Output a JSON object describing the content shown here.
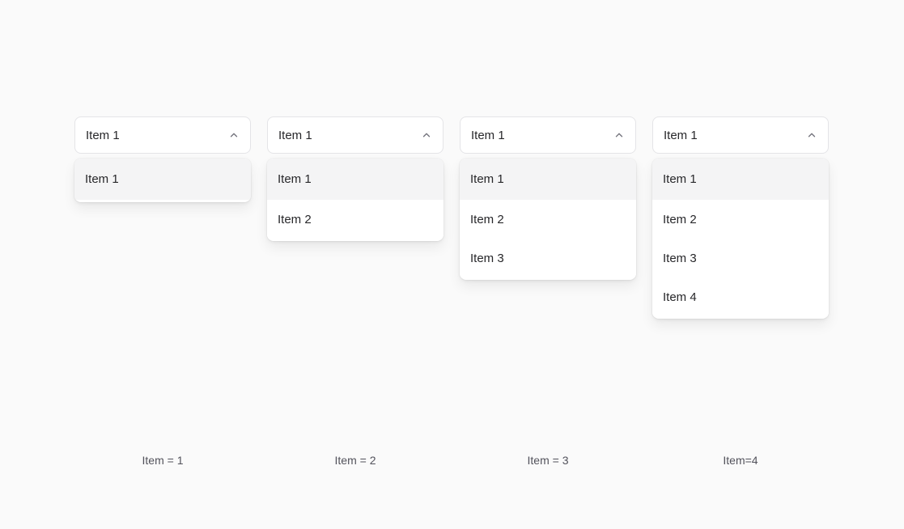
{
  "dropdowns": [
    {
      "trigger_value": "Item 1",
      "items": [
        "Item 1"
      ],
      "highlighted_index": 0,
      "caption": "Item = 1"
    },
    {
      "trigger_value": "Item 1",
      "items": [
        "Item 1",
        "Item 2"
      ],
      "highlighted_index": 0,
      "caption": "Item = 2"
    },
    {
      "trigger_value": "Item 1",
      "items": [
        "Item 1",
        "Item 2",
        "Item 3"
      ],
      "highlighted_index": 0,
      "caption": "Item = 3"
    },
    {
      "trigger_value": "Item 1",
      "items": [
        "Item 1",
        "Item 2",
        "Item 3",
        "Item 4"
      ],
      "highlighted_index": 0,
      "caption": "Item=4"
    }
  ],
  "icons": {
    "trigger_icon": "chevron-up"
  },
  "colors": {
    "page_background": "#fafafa",
    "surface": "#ffffff",
    "border": "#e4e4e7",
    "highlight": "#f4f4f5",
    "text_primary": "#27272a",
    "text_secondary": "#52525b",
    "icon": "#71717a"
  }
}
